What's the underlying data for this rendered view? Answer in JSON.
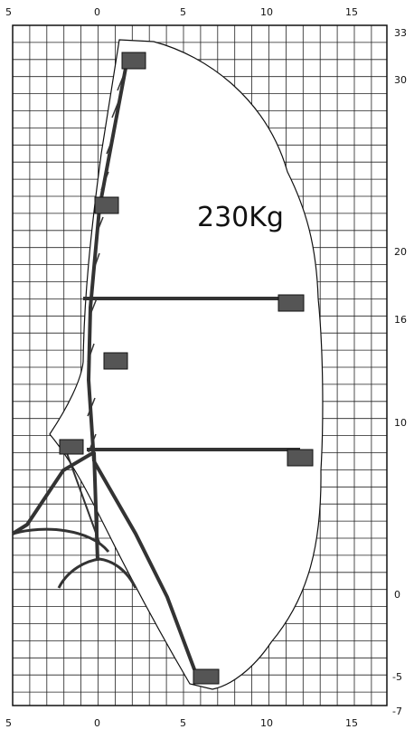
{
  "load_label": "230Kg",
  "x_ticks_top": [
    "5",
    "0",
    "5",
    "10",
    "15"
  ],
  "x_ticks_bottom": [
    "5",
    "0",
    "5",
    "10",
    "15"
  ],
  "y_ticks_right": [
    "33",
    "30",
    "20",
    "16",
    "10",
    "0",
    "-5",
    "-7"
  ],
  "colors": {
    "grid": "#222222",
    "envelope": "#ffffff",
    "outline": "#111111",
    "machine": "#333333"
  }
}
